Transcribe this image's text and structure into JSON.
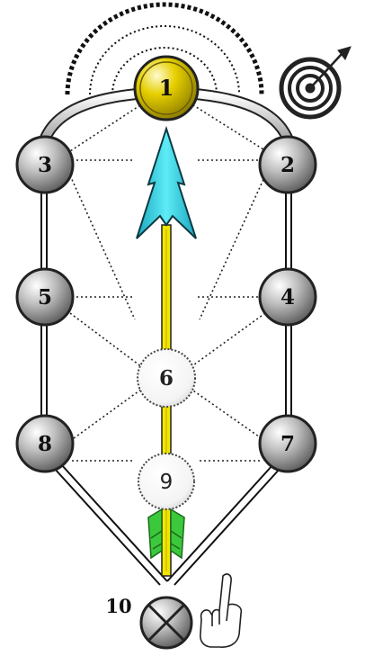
{
  "diagram": {
    "nodes": [
      {
        "id": "n1",
        "label": "1",
        "style": "gold"
      },
      {
        "id": "n2",
        "label": "2",
        "style": "gray"
      },
      {
        "id": "n3",
        "label": "3",
        "style": "gray"
      },
      {
        "id": "n4",
        "label": "4",
        "style": "gray"
      },
      {
        "id": "n5",
        "label": "5",
        "style": "gray"
      },
      {
        "id": "n6",
        "label": "6",
        "style": "white"
      },
      {
        "id": "n7",
        "label": "7",
        "style": "gray"
      },
      {
        "id": "n8",
        "label": "8",
        "style": "gray"
      },
      {
        "id": "n9",
        "label": "9",
        "style": "white"
      },
      {
        "id": "n10",
        "label": "10",
        "style": "cross"
      }
    ],
    "icons": [
      "target-icon",
      "pointing-hand-icon",
      "arrow-icon"
    ],
    "colors": {
      "gold": "#e6cf00",
      "gray": "#8c8c8c",
      "arrowhead": "#33d6e6",
      "shaft": "#f2e600",
      "fletching": "#3cc83c"
    }
  }
}
